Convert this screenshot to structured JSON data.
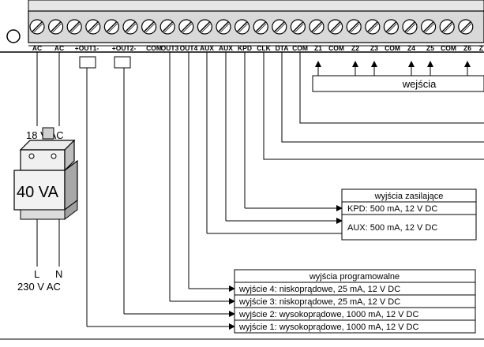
{
  "terminals": [
    "AC",
    "AC",
    "+OUT1-",
    "+OUT2-",
    "COM",
    "OUT3",
    "OUT4",
    "AUX",
    "AUX",
    "KPD",
    "CLK",
    "DTA",
    "COM",
    "Z1",
    "COM",
    "Z2",
    "Z3",
    "COM",
    "Z4",
    "Z5",
    "COM",
    "Z6",
    "Z"
  ],
  "transformer": {
    "top_label": "18 V AC",
    "rating": "40 VA",
    "mains_l": "L",
    "mains_n": "N",
    "mains_voltage": "230 V AC"
  },
  "inputs": {
    "title": "wejścia"
  },
  "power_outputs": {
    "title": "wyjścia zasilające",
    "rows": [
      "KPD: 500 mA, 12 V DC",
      "AUX: 500 mA, 12 V DC"
    ]
  },
  "programmable_outputs": {
    "title": "wyjścia programowalne",
    "rows": [
      "wyjście 4: niskoprądowe, 25 mA, 12 V DC",
      "wyjście 3: niskoprądowe, 25 mA, 12 V DC",
      "wyjście 2: wysokoprądowe, 1000 mA, 12 V DC",
      "wyjście 1: wysokoprądowe, 1000 mA, 12 V DC"
    ]
  }
}
